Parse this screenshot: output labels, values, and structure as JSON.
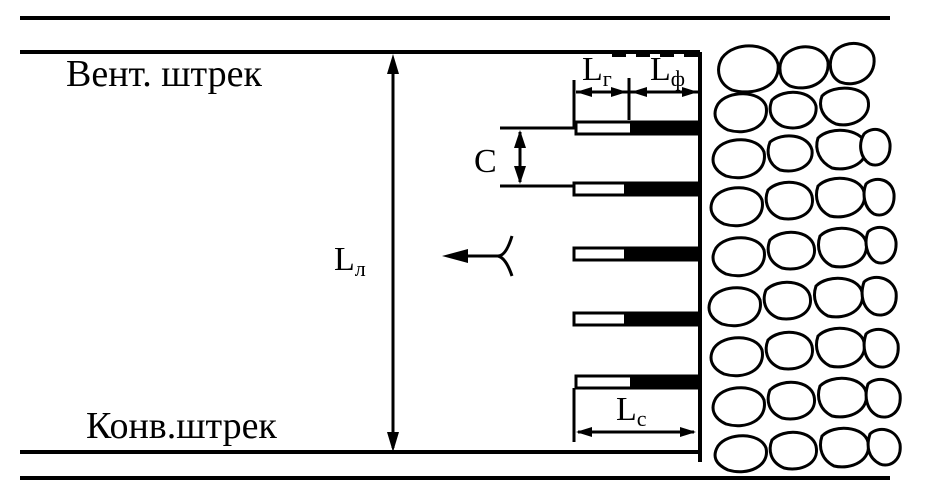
{
  "labels": {
    "vent_drift": "Вент. штрек",
    "conv_drift": "Конв.штрек",
    "lava_length": {
      "main": "L",
      "sub": "л"
    },
    "spacing": "C",
    "l_g": {
      "main": "L",
      "sub": "г"
    },
    "l_f": {
      "main": "L",
      "sub": "ф"
    },
    "l_c": {
      "main": "L",
      "sub": "с"
    }
  },
  "borehole_count": 5,
  "colors": {
    "ink": "#000000",
    "paper": "#ffffff"
  }
}
